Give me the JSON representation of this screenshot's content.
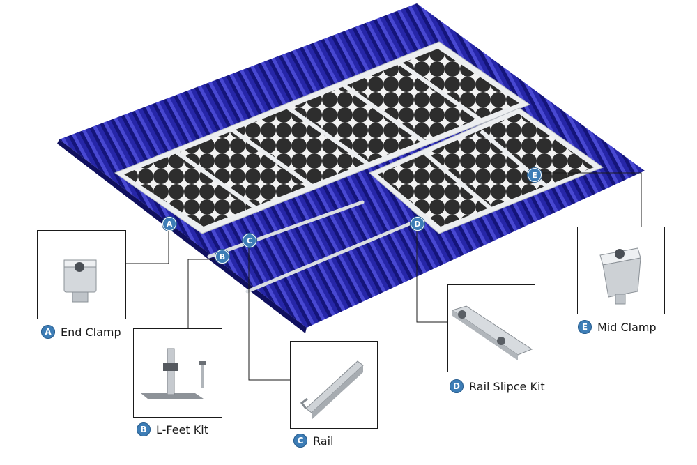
{
  "colors": {
    "roof": "#2a2aa8",
    "panel_frame": "#eceef0",
    "cell": "#2b2b2b",
    "badge": "#3d7db6"
  },
  "components": [
    {
      "letter": "A",
      "label": "End Clamp"
    },
    {
      "letter": "B",
      "label": "L-Feet Kit"
    },
    {
      "letter": "C",
      "label": "Rail"
    },
    {
      "letter": "D",
      "label": "Rail Slipce Kit"
    },
    {
      "letter": "E",
      "label": "Mid Clamp"
    }
  ]
}
